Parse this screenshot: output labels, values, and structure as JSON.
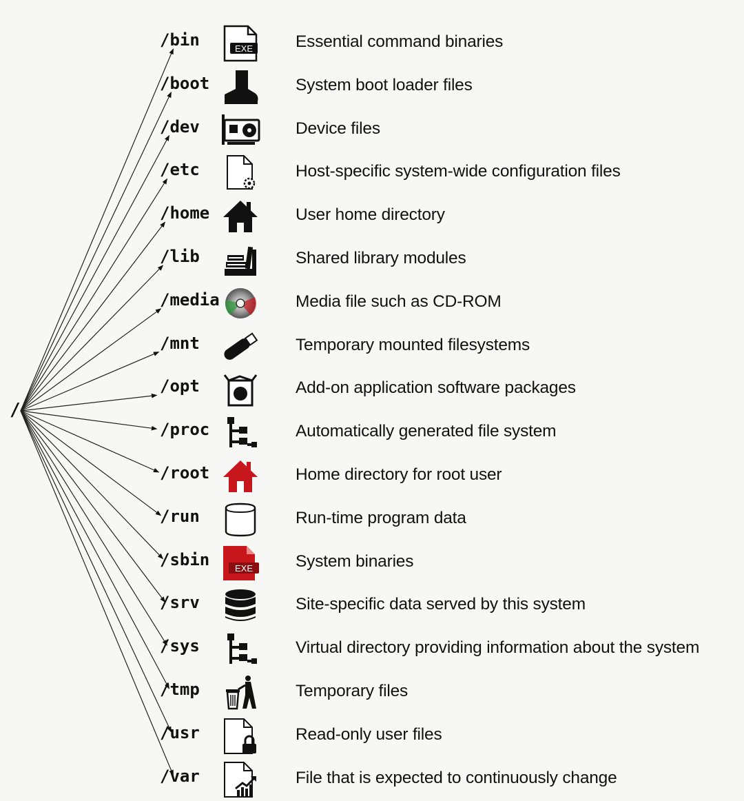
{
  "root": "/",
  "entries": [
    {
      "path": "/bin",
      "icon": "exe-file-icon",
      "desc": "Essential command binaries"
    },
    {
      "path": "/boot",
      "icon": "boot-icon",
      "desc": "System boot loader files"
    },
    {
      "path": "/dev",
      "icon": "graphics-card-icon",
      "desc": "Device files"
    },
    {
      "path": "/etc",
      "icon": "config-file-icon",
      "desc": "Host-specific system-wide configuration files"
    },
    {
      "path": "/home",
      "icon": "home-icon",
      "desc": "User home directory"
    },
    {
      "path": "/lib",
      "icon": "books-icon",
      "desc": "Shared library modules"
    },
    {
      "path": "/media",
      "icon": "cd-rom-icon",
      "desc": "Media file such as CD-ROM"
    },
    {
      "path": "/mnt",
      "icon": "usb-drive-icon",
      "desc": "Temporary mounted filesystems"
    },
    {
      "path": "/opt",
      "icon": "software-package-icon",
      "desc": "Add-on application software packages"
    },
    {
      "path": "/proc",
      "icon": "tree-structure-icon",
      "desc": "Automatically generated file system"
    },
    {
      "path": "/root",
      "icon": "red-home-icon",
      "desc": "Home directory for root user"
    },
    {
      "path": "/run",
      "icon": "cylinder-icon",
      "desc": "Run-time program data"
    },
    {
      "path": "/sbin",
      "icon": "red-exe-file-icon",
      "desc": "System binaries"
    },
    {
      "path": "/srv",
      "icon": "database-icon",
      "desc": "Site-specific data served by this system"
    },
    {
      "path": "/sys",
      "icon": "tree-structure-icon",
      "desc": "Virtual directory providing information about the system"
    },
    {
      "path": "/tmp",
      "icon": "trash-icon",
      "desc": "Temporary files"
    },
    {
      "path": "/usr",
      "icon": "locked-file-icon",
      "desc": "Read-only user files"
    },
    {
      "path": "/var",
      "icon": "chart-file-icon",
      "desc": "File that is expected to continuously change"
    }
  ],
  "colors": {
    "text": "#111111",
    "accent_red": "#c8161d",
    "background": "#f7f7f5"
  }
}
